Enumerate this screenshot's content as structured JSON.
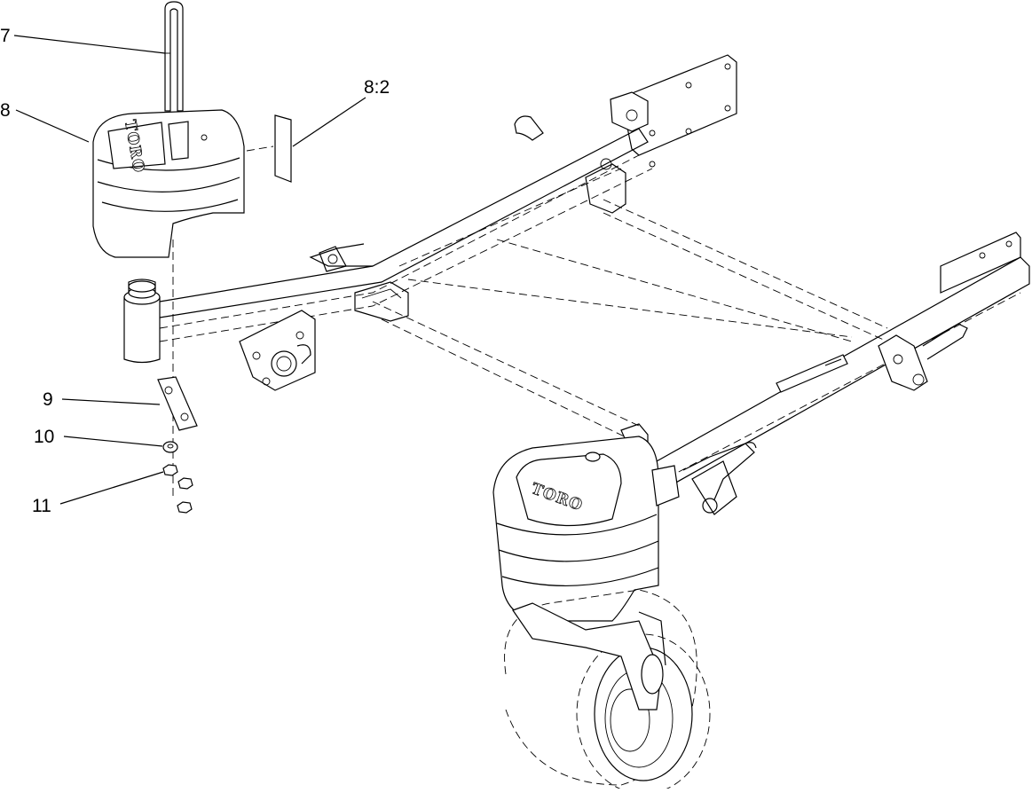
{
  "diagram": {
    "callouts": [
      {
        "id": "c7",
        "label": "7"
      },
      {
        "id": "c8",
        "label": "8"
      },
      {
        "id": "c8_2",
        "label": "8:2"
      },
      {
        "id": "c9",
        "label": "9"
      },
      {
        "id": "c10",
        "label": "10"
      },
      {
        "id": "c11",
        "label": "11"
      }
    ],
    "logo_text": "TORO",
    "colors": {
      "ink": "#000000",
      "paper": "#ffffff"
    }
  }
}
